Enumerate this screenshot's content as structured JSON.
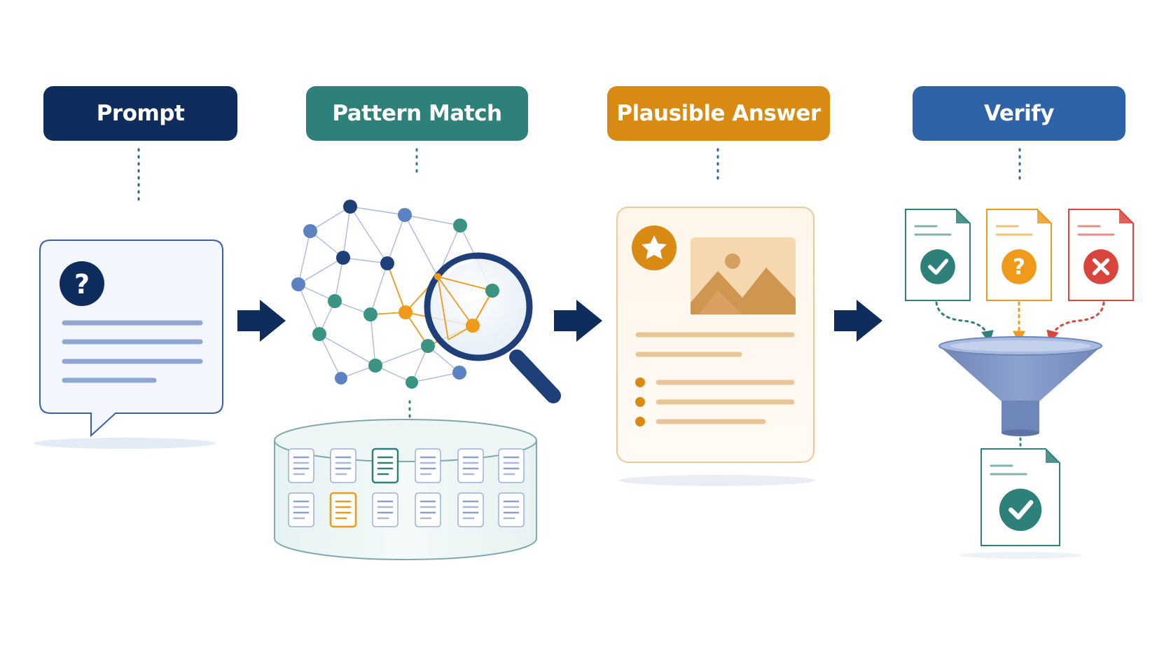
{
  "steps": [
    {
      "label": "Prompt",
      "color": "#0f2d5c"
    },
    {
      "label": "Pattern Match",
      "color": "#2e8178"
    },
    {
      "label": "Plausible Answer",
      "color": "#d98a12"
    },
    {
      "label": "Verify",
      "color": "#2f63a8"
    }
  ],
  "icons": {
    "prompt": "speech-bubble-question",
    "pattern_match": "network-magnifier",
    "database": "document-cylinder",
    "answer": "answer-card",
    "verify": "document-filter-funnel"
  },
  "prompt_glyph": "?",
  "verify_docs": [
    {
      "status": "verified",
      "color": "#2e8178"
    },
    {
      "status": "uncertain",
      "color": "#ef9a1a"
    },
    {
      "status": "rejected",
      "color": "#d9443c"
    }
  ],
  "result_doc": {
    "status": "verified",
    "color": "#2e8178"
  }
}
